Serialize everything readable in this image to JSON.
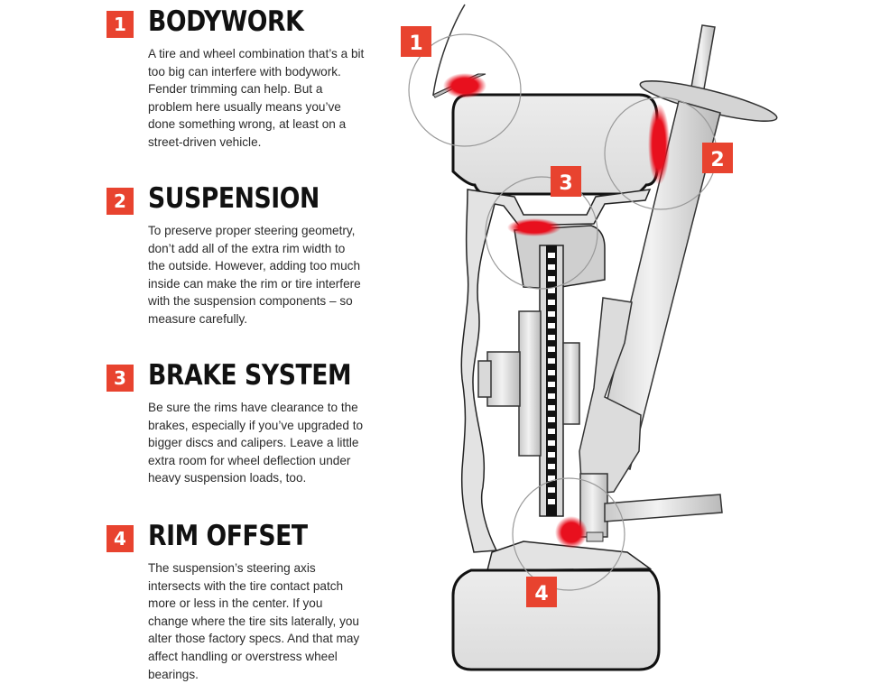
{
  "sections": [
    {
      "number": "1",
      "title": "BODYWORK",
      "body": "A tire and wheel combination that’s a bit too big can interfere with bodywork. Fender trimming can help. But a problem here usually means you’ve done something wrong, at least on a street-driven vehicle."
    },
    {
      "number": "2",
      "title": "SUSPENSION",
      "body": "To preserve proper steering geometry, don’t add all of the extra rim width to the outside. However, adding too much inside can make the rim or tire interfere with the suspension components – so measure carefully."
    },
    {
      "number": "3",
      "title": "BRAKE SYSTEM",
      "body": "Be sure the rims have clearance to the brakes, especially if you’ve upgraded to bigger discs and calipers. Leave a little extra room for wheel deflection under heavy suspension loads, too."
    },
    {
      "number": "4",
      "title": "RIM OFFSET",
      "body": "The suspension’s steering axis intersects with the tire contact patch more or less in the center. If you change where the tire sits laterally, you alter those factory specs. And that may affect handling or overstress wheel bearings."
    }
  ],
  "diagram": {
    "markers": [
      "1",
      "2",
      "3",
      "4"
    ],
    "colors": {
      "accent": "#e8432f",
      "hotspot": "#e8101e",
      "part_fill": "#e6e6e6",
      "outline": "#1a1a1a"
    }
  }
}
